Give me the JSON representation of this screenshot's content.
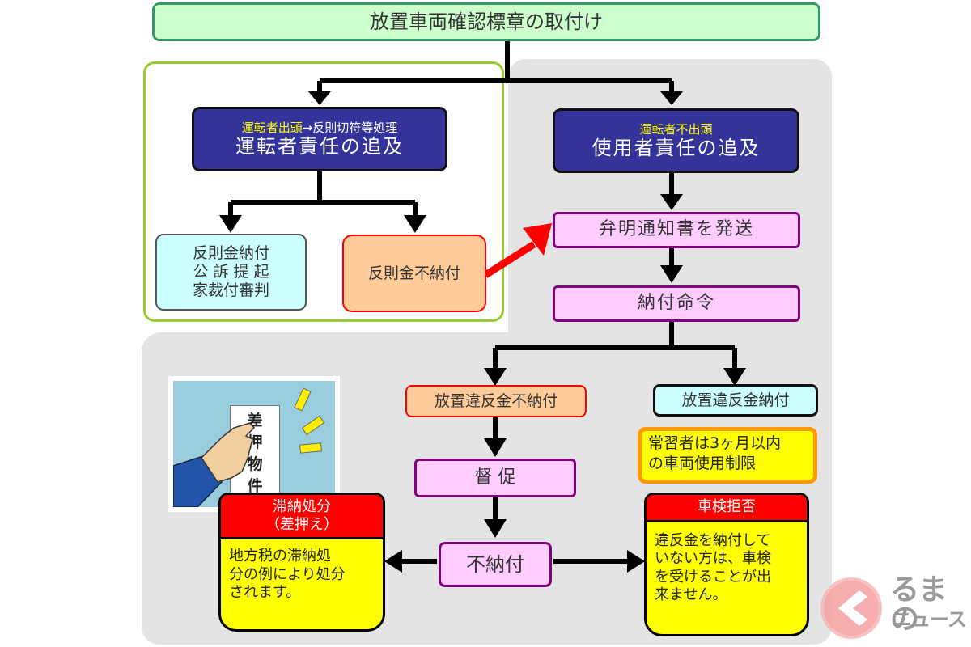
{
  "title": "放置車両確認標章の取付け",
  "driver_branch": {
    "sub_prefix": "運転者出頭",
    "sub_suffix": "→反則切符等処理",
    "main": "運転者責任の追及",
    "outcome_paid": [
      "反則金納付",
      "公 訴 提 起",
      "家裁付審判"
    ],
    "outcome_unpaid": "反則金不納付"
  },
  "user_branch": {
    "sub": "運転者不出頭",
    "main": "使用者責任の追及",
    "notice": "弁明通知書を発送",
    "order": "納付命令"
  },
  "payment_branch": {
    "unpaid": "放置違反金不納付",
    "paid": "放置違反金納付",
    "habitual_note": [
      "常習者は3ヶ月以内",
      "の車両使用制限"
    ],
    "reminder": "督 促",
    "non_payment": "不納付"
  },
  "seizure_illustration": {
    "label_chars": [
      "差",
      "押",
      "物",
      "件"
    ]
  },
  "disposition": {
    "title": [
      "滞納処分",
      "（差押え）"
    ],
    "body": [
      "地方税の滞納処",
      "分の例により処分",
      "されます。"
    ]
  },
  "inspection_refusal": {
    "title": "車検拒否",
    "body": [
      "違反金を納付して",
      "いない方は、車検",
      "を受けることが出",
      "来ません。"
    ]
  },
  "watermark": {
    "line1": "るまの",
    "line2": "ニュース"
  },
  "colors": {
    "title_fill": "#ccffcc",
    "navy": "#333399",
    "pink": "#ffccff",
    "alert_red": "#ff0000",
    "alert_yellow": "#ffff00",
    "arrow_red": "#ff0000"
  }
}
